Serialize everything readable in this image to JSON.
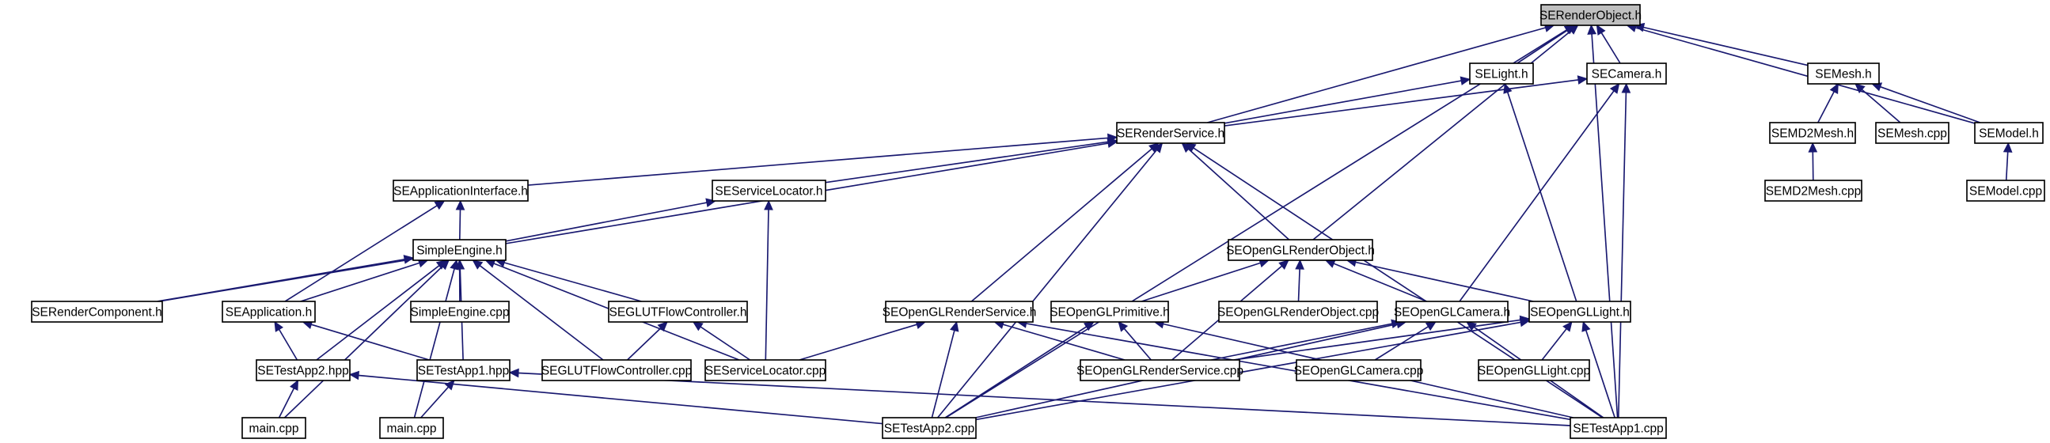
{
  "graph": {
    "nodes": [
      {
        "id": "serenderobject_h",
        "label": "SERenderObject.h",
        "root": true
      },
      {
        "id": "selight_h",
        "label": "SELight.h"
      },
      {
        "id": "secamera_h",
        "label": "SECamera.h"
      },
      {
        "id": "semesh_h",
        "label": "SEMesh.h"
      },
      {
        "id": "semd2mesh_h",
        "label": "SEMD2Mesh.h"
      },
      {
        "id": "semesh_cpp",
        "label": "SEMesh.cpp"
      },
      {
        "id": "semodel_h",
        "label": "SEModel.h"
      },
      {
        "id": "semd2mesh_cpp",
        "label": "SEMD2Mesh.cpp"
      },
      {
        "id": "semodel_cpp",
        "label": "SEModel.cpp"
      },
      {
        "id": "serenderservice_h",
        "label": "SERenderService.h"
      },
      {
        "id": "seapplicationinterface_h",
        "label": "SEApplicationInterface.h"
      },
      {
        "id": "seservicelocator_h",
        "label": "SEServiceLocator.h"
      },
      {
        "id": "simpleengine_h",
        "label": "SimpleEngine.h"
      },
      {
        "id": "seopenglrenderobject_h",
        "label": "SEOpenGLRenderObject.h"
      },
      {
        "id": "serendercomponent_h",
        "label": "SERenderComponent.h"
      },
      {
        "id": "seapplication_h",
        "label": "SEApplication.h"
      },
      {
        "id": "simpleengine_cpp",
        "label": "SimpleEngine.cpp"
      },
      {
        "id": "seglutflowcontroller_h",
        "label": "SEGLUTFlowController.h"
      },
      {
        "id": "seopenglrenderservice_h",
        "label": "SEOpenGLRenderService.h"
      },
      {
        "id": "seopenglprimitive_h",
        "label": "SEOpenGLPrimitive.h"
      },
      {
        "id": "seopenglrenderobject_cpp",
        "label": "SEOpenGLRenderObject.cpp"
      },
      {
        "id": "seopenglcamera_h",
        "label": "SEOpenGLCamera.h"
      },
      {
        "id": "seopengllight_h",
        "label": "SEOpenGLLight.h"
      },
      {
        "id": "setestapp2_hpp",
        "label": "SETestApp2.hpp"
      },
      {
        "id": "setestapp1_hpp",
        "label": "SETestApp1.hpp"
      },
      {
        "id": "seglutflowcontroller_cpp",
        "label": "SEGLUTFlowController.cpp"
      },
      {
        "id": "seservicelocator_cpp",
        "label": "SEServiceLocator.cpp"
      },
      {
        "id": "seopenglrenderservice_cpp",
        "label": "SEOpenGLRenderService.cpp"
      },
      {
        "id": "seopenglcamera_cpp",
        "label": "SEOpenGLCamera.cpp"
      },
      {
        "id": "seopengllight_cpp",
        "label": "SEOpenGLLight.cpp"
      },
      {
        "id": "main_cpp_1",
        "label": "main.cpp"
      },
      {
        "id": "main_cpp_2",
        "label": "main.cpp"
      },
      {
        "id": "setestapp2_cpp",
        "label": "SETestApp2.cpp"
      },
      {
        "id": "setestapp1_cpp",
        "label": "SETestApp1.cpp"
      }
    ],
    "edges": [
      {
        "from": "selight_h",
        "to": "serenderobject_h"
      },
      {
        "from": "secamera_h",
        "to": "serenderobject_h"
      },
      {
        "from": "semesh_h",
        "to": "serenderobject_h"
      },
      {
        "from": "semodel_h",
        "to": "serenderobject_h"
      },
      {
        "from": "serenderservice_h",
        "to": "serenderobject_h"
      },
      {
        "from": "seopenglrenderobject_h",
        "to": "serenderobject_h"
      },
      {
        "from": "setestapp2_cpp",
        "to": "serenderobject_h"
      },
      {
        "from": "setestapp1_cpp",
        "to": "serenderobject_h"
      },
      {
        "from": "semd2mesh_h",
        "to": "semesh_h"
      },
      {
        "from": "semesh_cpp",
        "to": "semesh_h"
      },
      {
        "from": "semodel_h",
        "to": "semesh_h"
      },
      {
        "from": "semd2mesh_cpp",
        "to": "semd2mesh_h"
      },
      {
        "from": "semodel_cpp",
        "to": "semodel_h"
      },
      {
        "from": "serenderservice_h",
        "to": "selight_h"
      },
      {
        "from": "seopengllight_h",
        "to": "selight_h"
      },
      {
        "from": "serenderservice_h",
        "to": "secamera_h"
      },
      {
        "from": "seopenglcamera_h",
        "to": "secamera_h"
      },
      {
        "from": "setestapp1_cpp",
        "to": "secamera_h"
      },
      {
        "from": "seapplicationinterface_h",
        "to": "serenderservice_h"
      },
      {
        "from": "seservicelocator_h",
        "to": "serenderservice_h"
      },
      {
        "from": "serendercomponent_h",
        "to": "serenderservice_h"
      },
      {
        "from": "seopenglrenderservice_h",
        "to": "serenderservice_h"
      },
      {
        "from": "seopenglrenderobject_h",
        "to": "serenderservice_h"
      },
      {
        "from": "setestapp2_cpp",
        "to": "serenderservice_h"
      },
      {
        "from": "setestapp1_cpp",
        "to": "serenderservice_h"
      },
      {
        "from": "simpleengine_h",
        "to": "seapplicationinterface_h"
      },
      {
        "from": "seapplication_h",
        "to": "seapplicationinterface_h"
      },
      {
        "from": "simpleengine_h",
        "to": "seservicelocator_h"
      },
      {
        "from": "seservicelocator_cpp",
        "to": "seservicelocator_h"
      },
      {
        "from": "serendercomponent_h",
        "to": "simpleengine_h"
      },
      {
        "from": "seapplication_h",
        "to": "simpleengine_h"
      },
      {
        "from": "simpleengine_cpp",
        "to": "simpleengine_h"
      },
      {
        "from": "seglutflowcontroller_h",
        "to": "simpleengine_h"
      },
      {
        "from": "setestapp2_hpp",
        "to": "simpleengine_h"
      },
      {
        "from": "setestapp1_hpp",
        "to": "simpleengine_h"
      },
      {
        "from": "seglutflowcontroller_cpp",
        "to": "simpleengine_h"
      },
      {
        "from": "seservicelocator_cpp",
        "to": "simpleengine_h"
      },
      {
        "from": "main_cpp_1",
        "to": "simpleengine_h"
      },
      {
        "from": "main_cpp_2",
        "to": "simpleengine_h"
      },
      {
        "from": "setestapp2_hpp",
        "to": "seapplication_h"
      },
      {
        "from": "setestapp1_hpp",
        "to": "seapplication_h"
      },
      {
        "from": "seglutflowcontroller_cpp",
        "to": "seglutflowcontroller_h"
      },
      {
        "from": "seservicelocator_cpp",
        "to": "seglutflowcontroller_h"
      },
      {
        "from": "main_cpp_1",
        "to": "setestapp2_hpp"
      },
      {
        "from": "setestapp2_cpp",
        "to": "setestapp2_hpp"
      },
      {
        "from": "main_cpp_2",
        "to": "setestapp1_hpp"
      },
      {
        "from": "setestapp1_cpp",
        "to": "setestapp1_hpp"
      },
      {
        "from": "seopenglprimitive_h",
        "to": "seopenglrenderobject_h"
      },
      {
        "from": "seopenglrenderobject_cpp",
        "to": "seopenglrenderobject_h"
      },
      {
        "from": "seopenglcamera_h",
        "to": "seopenglrenderobject_h"
      },
      {
        "from": "seopengllight_h",
        "to": "seopenglrenderobject_h"
      },
      {
        "from": "seopenglrenderservice_cpp",
        "to": "seopenglrenderobject_h"
      },
      {
        "from": "seservicelocator_cpp",
        "to": "seopenglrenderservice_h"
      },
      {
        "from": "seopenglrenderservice_cpp",
        "to": "seopenglrenderservice_h"
      },
      {
        "from": "setestapp2_cpp",
        "to": "seopenglrenderservice_h"
      },
      {
        "from": "setestapp1_cpp",
        "to": "seopenglrenderservice_h"
      },
      {
        "from": "seopenglrenderservice_cpp",
        "to": "seopenglprimitive_h"
      },
      {
        "from": "setestapp2_cpp",
        "to": "seopenglprimitive_h"
      },
      {
        "from": "setestapp1_cpp",
        "to": "seopenglprimitive_h"
      },
      {
        "from": "seopenglrenderservice_cpp",
        "to": "seopenglcamera_h"
      },
      {
        "from": "seopenglcamera_cpp",
        "to": "seopenglcamera_h"
      },
      {
        "from": "setestapp2_cpp",
        "to": "seopenglcamera_h"
      },
      {
        "from": "setestapp1_cpp",
        "to": "seopenglcamera_h"
      },
      {
        "from": "seopenglrenderservice_cpp",
        "to": "seopengllight_h"
      },
      {
        "from": "seopengllight_cpp",
        "to": "seopengllight_h"
      },
      {
        "from": "setestapp2_cpp",
        "to": "seopengllight_h"
      },
      {
        "from": "setestapp1_cpp",
        "to": "seopengllight_h"
      }
    ]
  }
}
